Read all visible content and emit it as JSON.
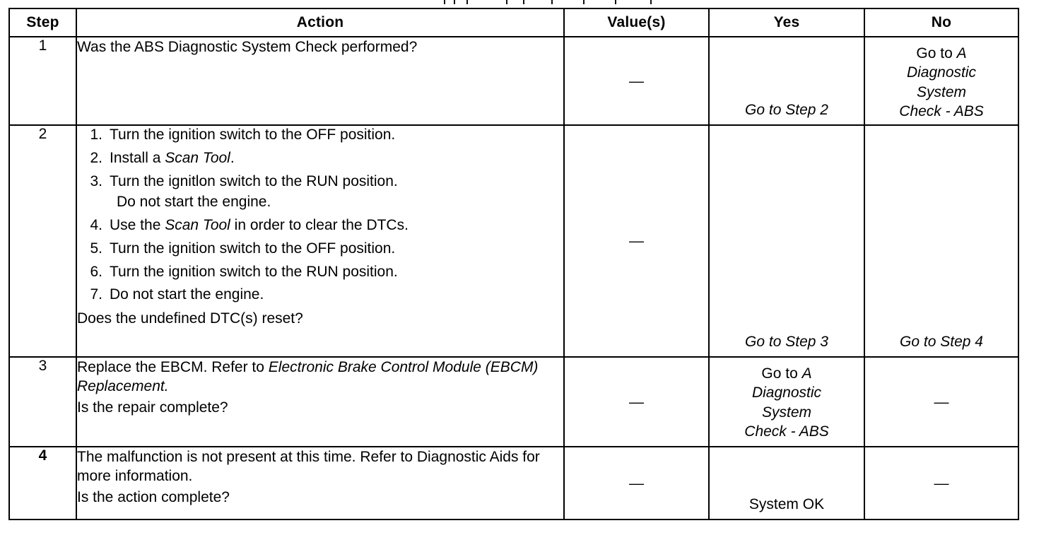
{
  "table": {
    "columns": [
      {
        "key": "step",
        "label": "Step"
      },
      {
        "key": "action",
        "label": "Action"
      },
      {
        "key": "value",
        "label": "Value(s)"
      },
      {
        "key": "yes",
        "label": "Yes"
      },
      {
        "key": "no",
        "label": "No"
      }
    ],
    "rows": [
      {
        "step": "1",
        "action": {
          "question": "Was the ABS Diagnostic System Check performed?"
        },
        "value": "—",
        "yes": {
          "line": "Go to Step 2"
        },
        "no": {
          "l1_plain": "Go to ",
          "l1_ital": "A",
          "l2": "Diagnostic",
          "l3": "System",
          "l4": "Check - ABS"
        }
      },
      {
        "step": "2",
        "action": {
          "list": [
            {
              "num": "1.",
              "pre": "Turn the ignition switch to the OFF position.",
              "ital": "",
              "post": ""
            },
            {
              "num": "2.",
              "pre": "Install a ",
              "ital": "Scan Tool",
              "post": "."
            },
            {
              "num": "3.",
              "pre": "Turn the ignitlon switch to the RUN position.",
              "ital": "",
              "post": ""
            },
            {
              "num": "4.",
              "pre": "Use the ",
              "ital": "Scan Tool",
              "post": " in order to clear the DTCs."
            },
            {
              "num": "5.",
              "pre": "Turn the ignition switch to the OFF position.",
              "ital": "",
              "post": ""
            },
            {
              "num": "6.",
              "pre": "Turn the ignition switch to the RUN position.",
              "ital": "",
              "post": ""
            },
            {
              "num": "7.",
              "pre": "Do not start the engine.",
              "ital": "",
              "post": ""
            }
          ],
          "sub_after_3": "Do not start the engine.",
          "question": "Does the undefined DTC(s) reset?"
        },
        "value": "—",
        "yes": {
          "line": "Go to Step 3"
        },
        "no": {
          "line": "Go to Step 4"
        }
      },
      {
        "step": "3",
        "action": {
          "pre": "Replace the EBCM. Refer to ",
          "ital": "Electronic Brake Control Module (EBCM) Replacement",
          "post": ".",
          "question": "Is the repair complete?"
        },
        "value": "—",
        "yes": {
          "l1_plain": "Go to ",
          "l1_ital": "A",
          "l2": "Diagnostic",
          "l3": "System",
          "l4": "Check - ABS"
        },
        "no": "—"
      },
      {
        "step": "4",
        "action": {
          "body": "The malfunction is not present at this time. Refer to Diagnostic Aids for more information.",
          "question": "Is the action complete?"
        },
        "value": "—",
        "yes": {
          "line": "System OK"
        },
        "no": "—"
      }
    ]
  }
}
